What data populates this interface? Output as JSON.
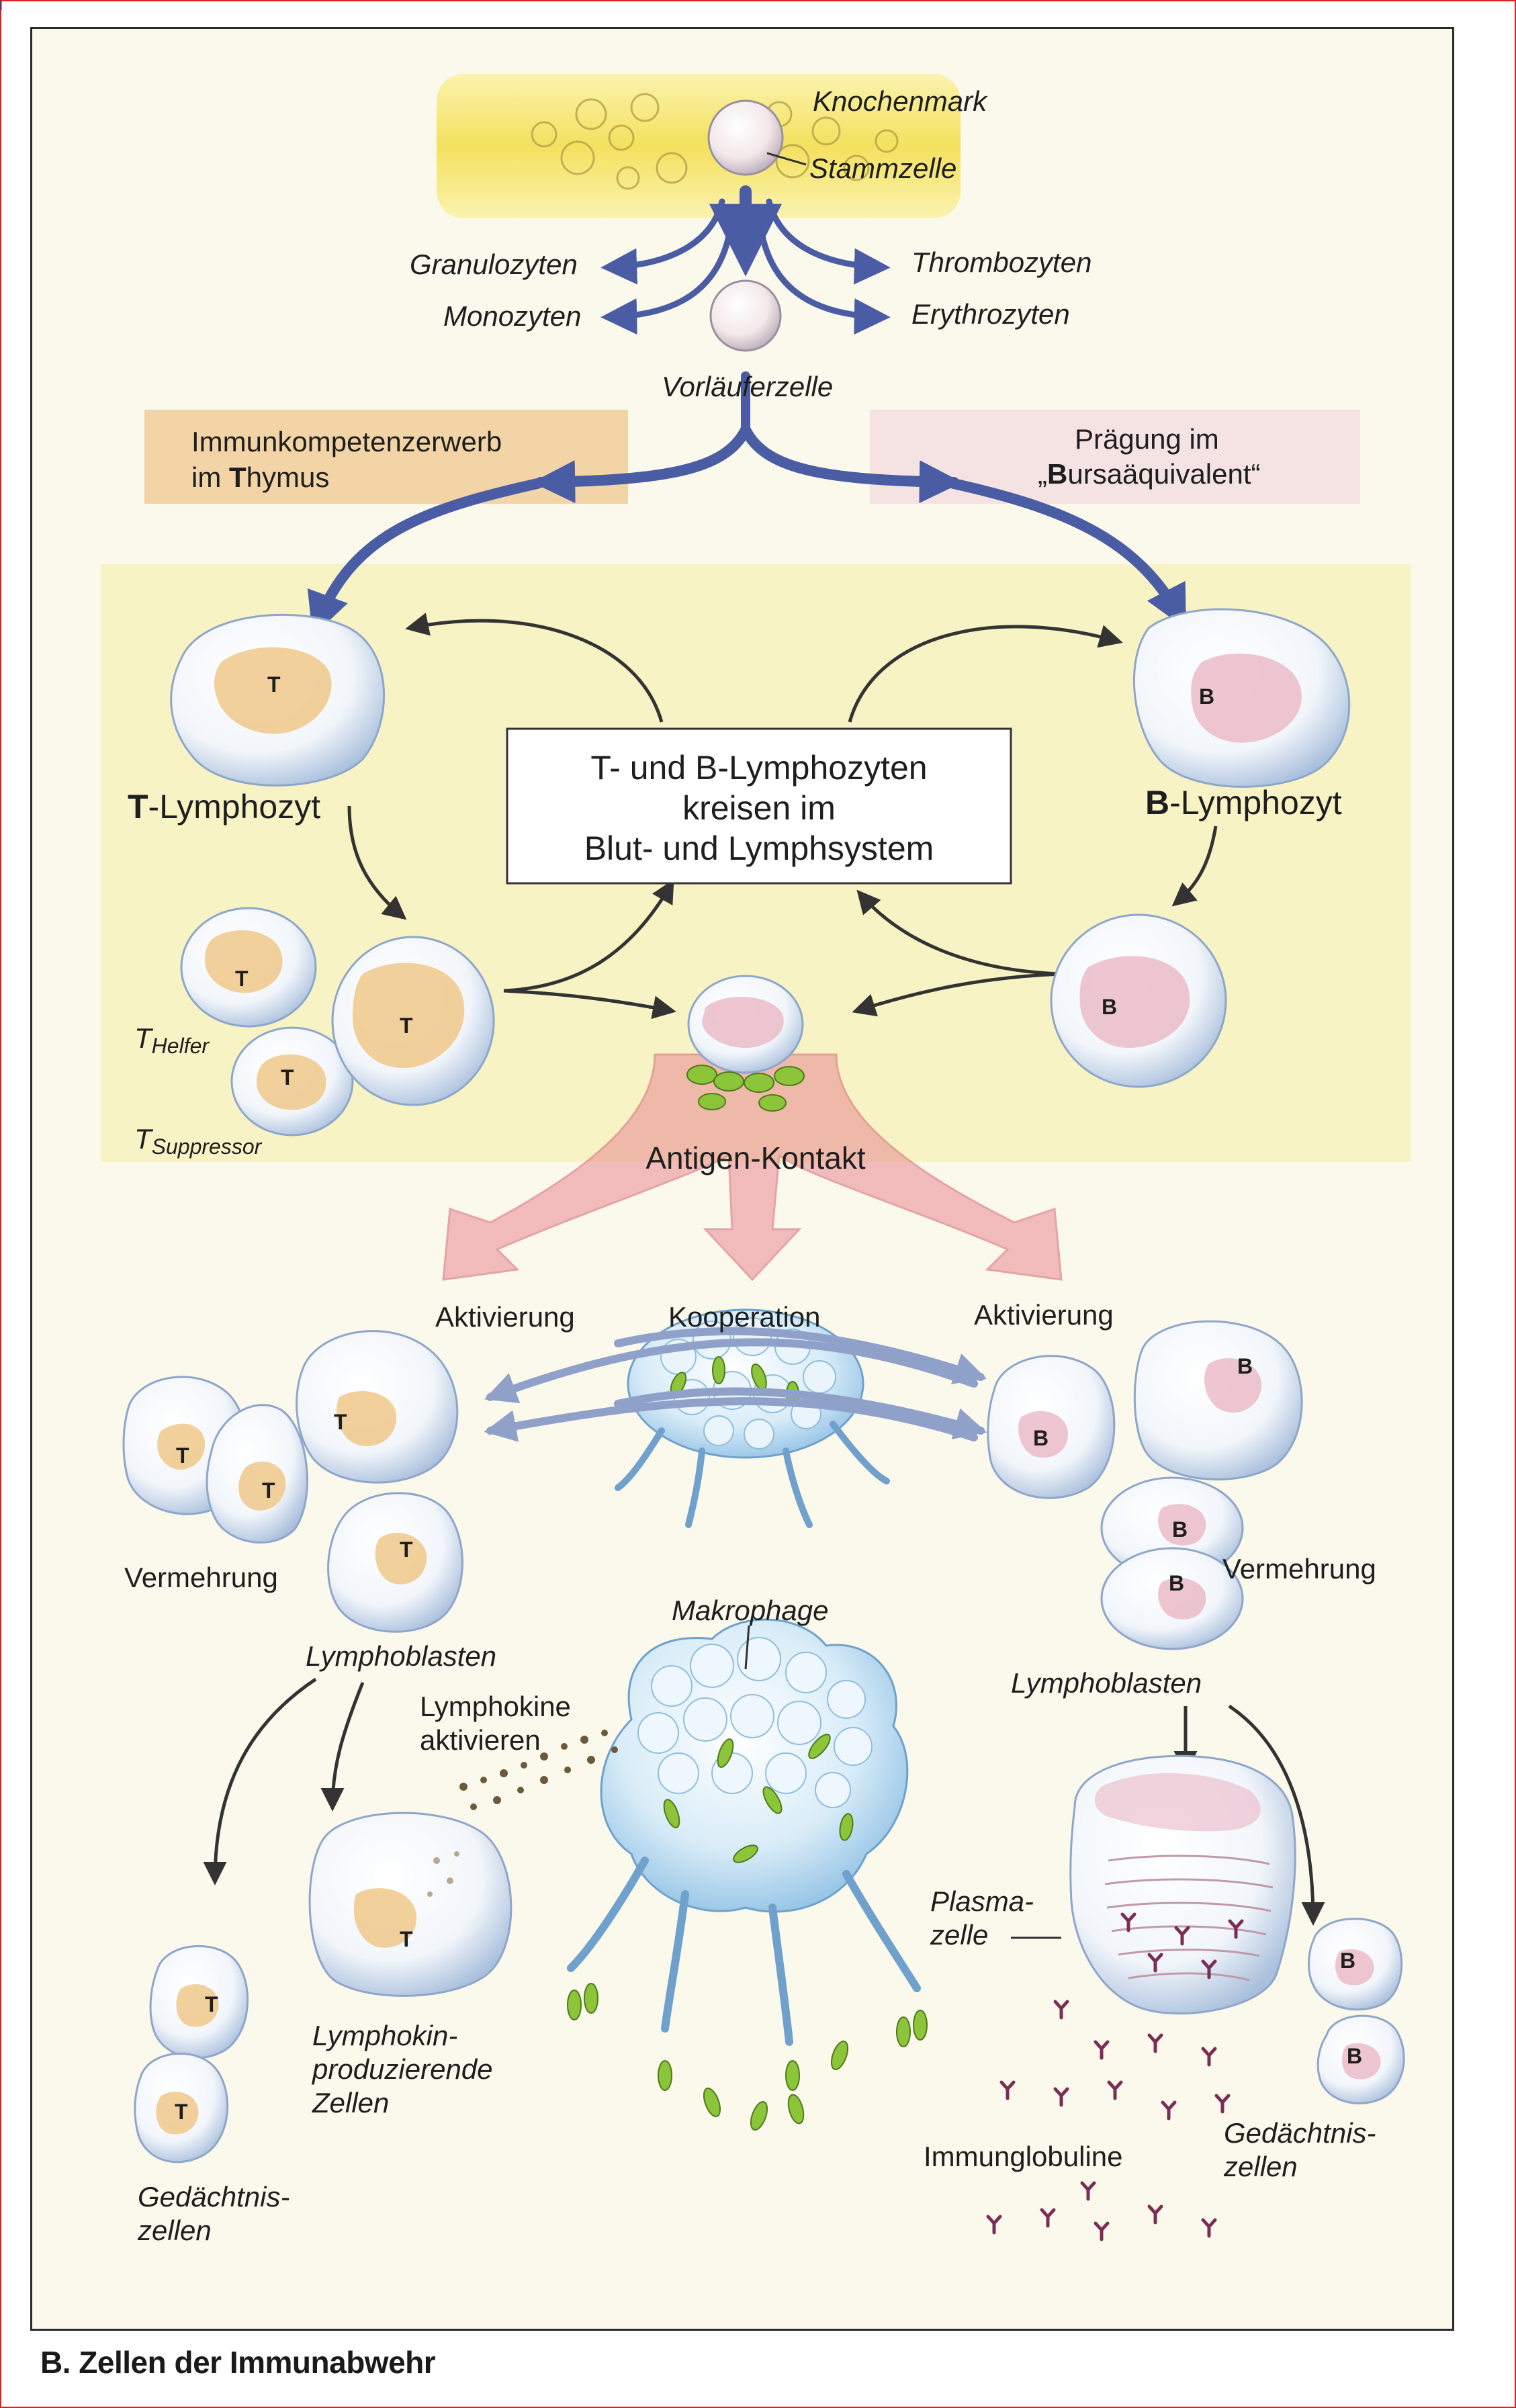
{
  "caption": "B. Zellen der Immunabwehr",
  "labels": {
    "knochenmark": "Knochenmark",
    "stammzelle": "Stammzelle",
    "granulozyten": "Granulozyten",
    "monozyten": "Monozyten",
    "thrombozyten": "Thrombozyten",
    "erythrozyten": "Erythrozyten",
    "vorlaeuferzelle": "Vorläuferzelle",
    "thymus_line1": "Immunkompetenzerwerb",
    "thymus_line2_prefix": "im ",
    "thymus_line2_bold": "T",
    "thymus_line2_rest": "hymus",
    "bursa_line1": "Prägung im",
    "bursa_line2_prefix": "„",
    "bursa_line2_bold": "B",
    "bursa_line2_rest": "ursaäquivalent“",
    "t_lymphozyt_bold": "T",
    "t_lymphozyt_rest": "-Lymphozyt",
    "b_lymphozyt_bold": "B",
    "b_lymphozyt_rest": "-Lymphozyt",
    "center_line1": "T- und B-Lymphozyten",
    "center_line2": "kreisen im",
    "center_line3": "Blut- und Lymphsystem",
    "t_helfer_main": "T",
    "t_helfer_sub": "Helfer",
    "t_suppressor_main": "T",
    "t_suppressor_sub": "Suppressor",
    "antigen_kontakt": "Antigen-Kontakt",
    "aktivierung_left": "Aktivierung",
    "kooperation": "Kooperation",
    "aktivierung_right": "Aktivierung",
    "vermehrung_left": "Vermehrung",
    "vermehrung_right": "Vermehrung",
    "lymphoblasten_left": "Lymphoblasten",
    "lymphoblasten_right": "Lymphoblasten",
    "makrophage": "Makrophage",
    "lymphokine_line1": "Lymphokine",
    "lymphokine_line2": "aktivieren",
    "lymphokin_line1": "Lymphokin-",
    "lymphokin_line2": "produzierende",
    "lymphokin_line3": "Zellen",
    "plasma_line1": "Plasma-",
    "plasma_line2": "zelle",
    "immunglobuline": "Immunglobuline",
    "gedaechtnis_left_line1": "Gedächtnis-",
    "gedaechtnis_left_line2": "zellen",
    "gedaechtnis_right_line1": "Gedächtnis-",
    "gedaechtnis_right_line2": "zellen"
  },
  "cells": {
    "t_letter": "T",
    "b_letter": "B"
  },
  "colors": {
    "arrow_blue": "#4a5ca3",
    "arrow_dark": "#333333",
    "marrow_yellow": "#f5e36a",
    "lymph_zone": "#f7f3c4",
    "thymus_box": "#f2cf9e",
    "bursa_box": "#f4dfe2",
    "antigen_red": "#e98a94",
    "t_nucleus": "#f0c88a",
    "b_nucleus": "#eab8c6",
    "macrophage_blue": "#cfe6f6",
    "granule_green": "#8cc43a",
    "immunoglobulin": "#7a2e55"
  }
}
